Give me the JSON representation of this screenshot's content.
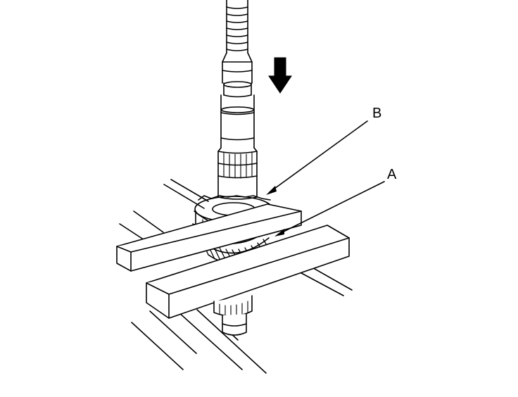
{
  "diagram": {
    "callouts": [
      {
        "id": "B",
        "label": "B"
      },
      {
        "id": "A",
        "label": "A"
      }
    ],
    "colors": {
      "stroke": "#000000",
      "background": "#ffffff"
    },
    "icons": [
      "press-down-arrow-icon"
    ]
  }
}
